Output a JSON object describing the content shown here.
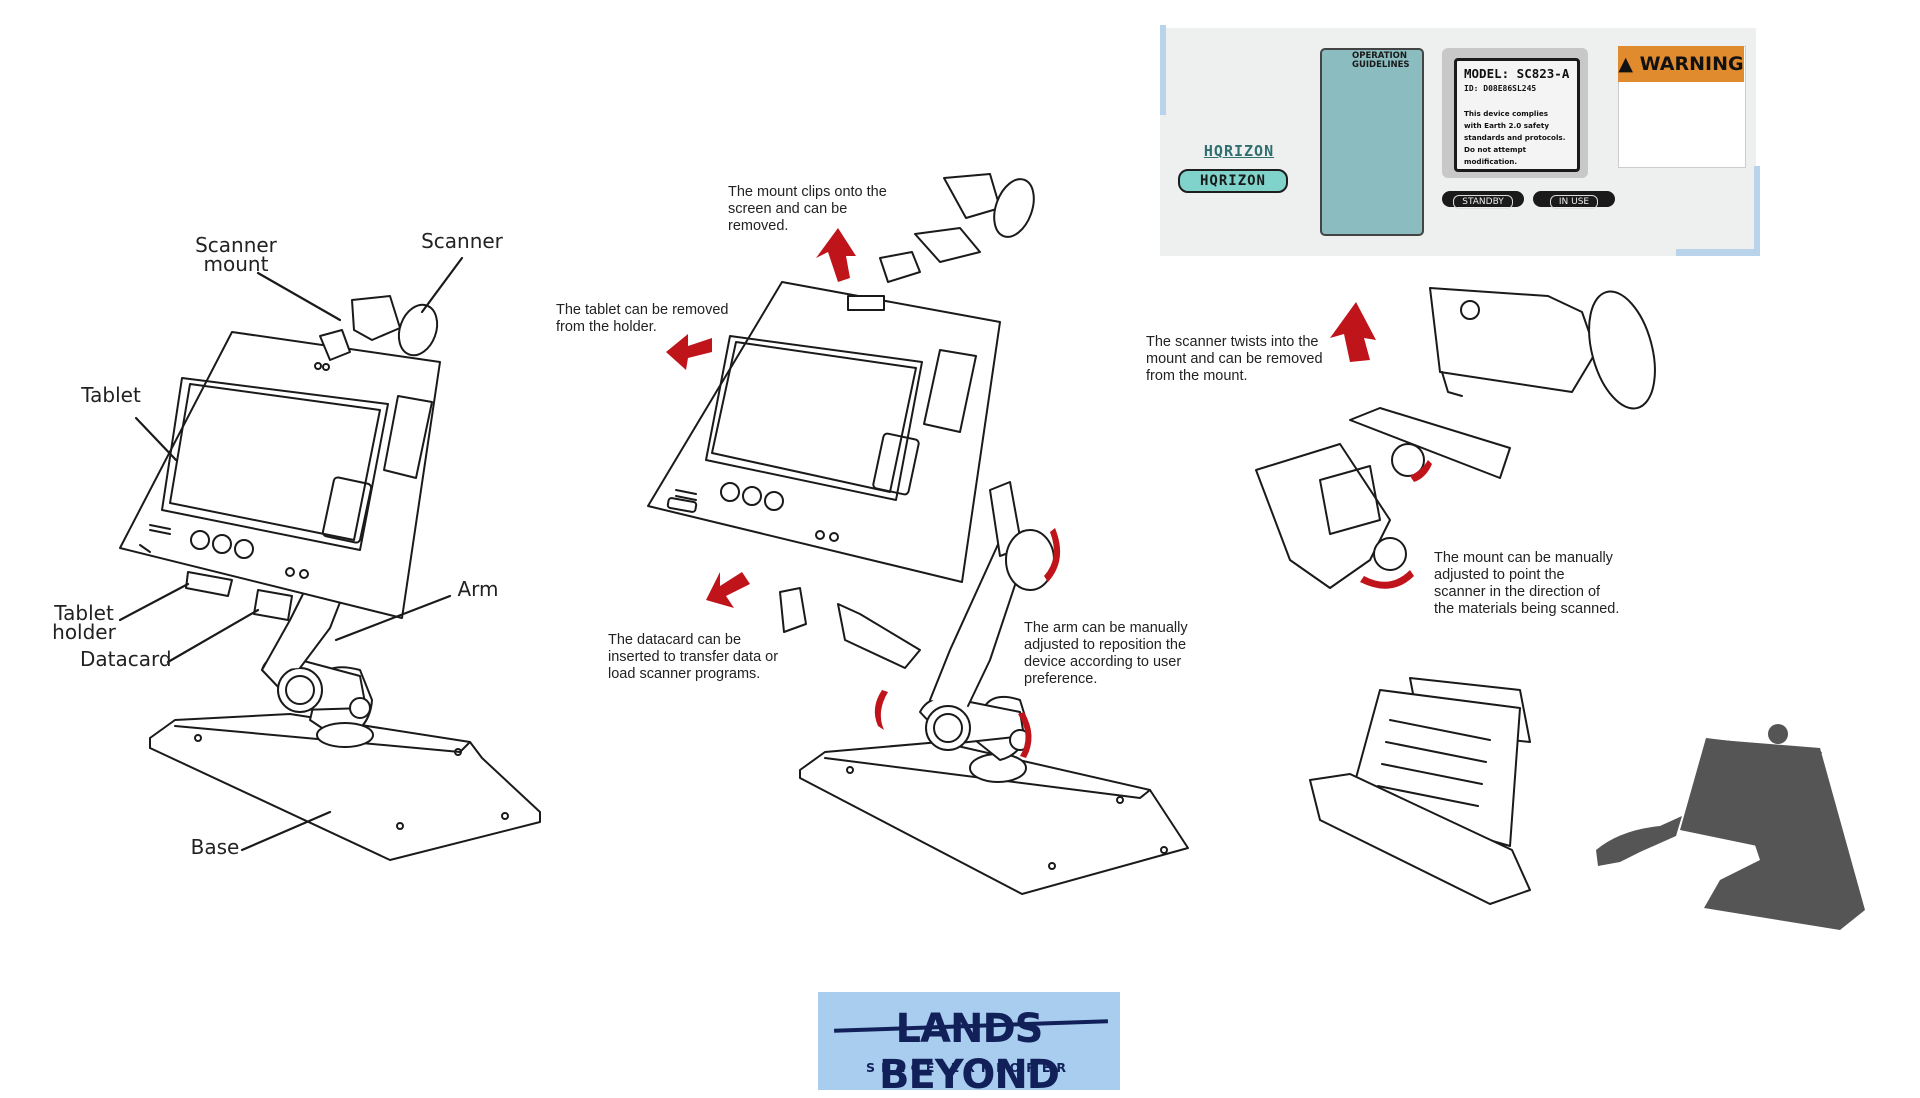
{
  "labels": {
    "scanner_mount": "Scanner\nmount",
    "scanner": "Scanner",
    "tablet": "Tablet",
    "tablet_holder": "Tablet\nholder",
    "datacard": "Datacard",
    "arm": "Arm",
    "base": "Base"
  },
  "notes": {
    "mount_clips": "The mount clips onto the screen and can be removed.",
    "tablet_removed": "The tablet can be removed from the holder.",
    "datacard_inserted": "The datacard can be inserted to transfer data or load scanner programs.",
    "arm_adjusted": "The arm can be manually adjusted to reposition the device according to user preference.",
    "scanner_twists": "The scanner twists into the mount and can be removed from the mount.",
    "mount_adjusted": "The mount can be manually adjusted to point the scanner in the direction of the materials being scanned."
  },
  "branding": {
    "horizon_word": "HQRIZON",
    "horizon_pill": "HQRIZON",
    "guidelines_title": "OPERATION GUIDELINES",
    "model_title": "MODEL: SC823-A",
    "model_id": "ID: D08E86SL245",
    "model_text": "This device complies with Earth 2.0 safety standards and protocols. Do not attempt modification.",
    "standby": "STANDBY",
    "in_use": "IN USE",
    "warning": "WARNING"
  },
  "logo": {
    "title": "LANDS BEYOND",
    "subtitle": "SPACE EXPLORER"
  },
  "colors": {
    "arrow_red": "#c0141b",
    "teal": "#7fd3cb",
    "warning_orange": "#e08b2e",
    "logo_bg": "#a9cdee",
    "logo_text": "#12205a",
    "silhouette": "#555555"
  }
}
